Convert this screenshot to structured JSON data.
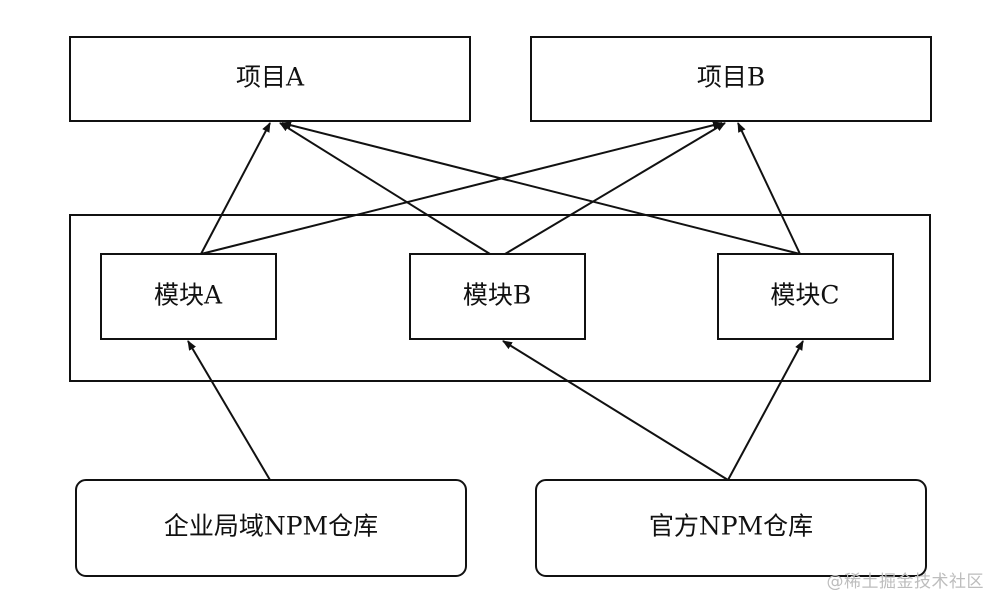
{
  "nodes": {
    "project_a": "项目A",
    "project_b": "项目B",
    "module_a": "模块A",
    "module_b": "模块B",
    "module_c": "模块C",
    "enterprise_npm": "企业局域NPM仓库",
    "official_npm": "官方NPM仓库"
  },
  "edges": [
    {
      "from": "module_a",
      "to": "project_a"
    },
    {
      "from": "module_a",
      "to": "project_b"
    },
    {
      "from": "module_b",
      "to": "project_a"
    },
    {
      "from": "module_b",
      "to": "project_b"
    },
    {
      "from": "module_c",
      "to": "project_a"
    },
    {
      "from": "module_c",
      "to": "project_b"
    },
    {
      "from": "enterprise_npm",
      "to": "module_a"
    },
    {
      "from": "official_npm",
      "to": "module_b"
    },
    {
      "from": "official_npm",
      "to": "module_c"
    }
  ],
  "watermark": "@稀土掘金技术社区"
}
